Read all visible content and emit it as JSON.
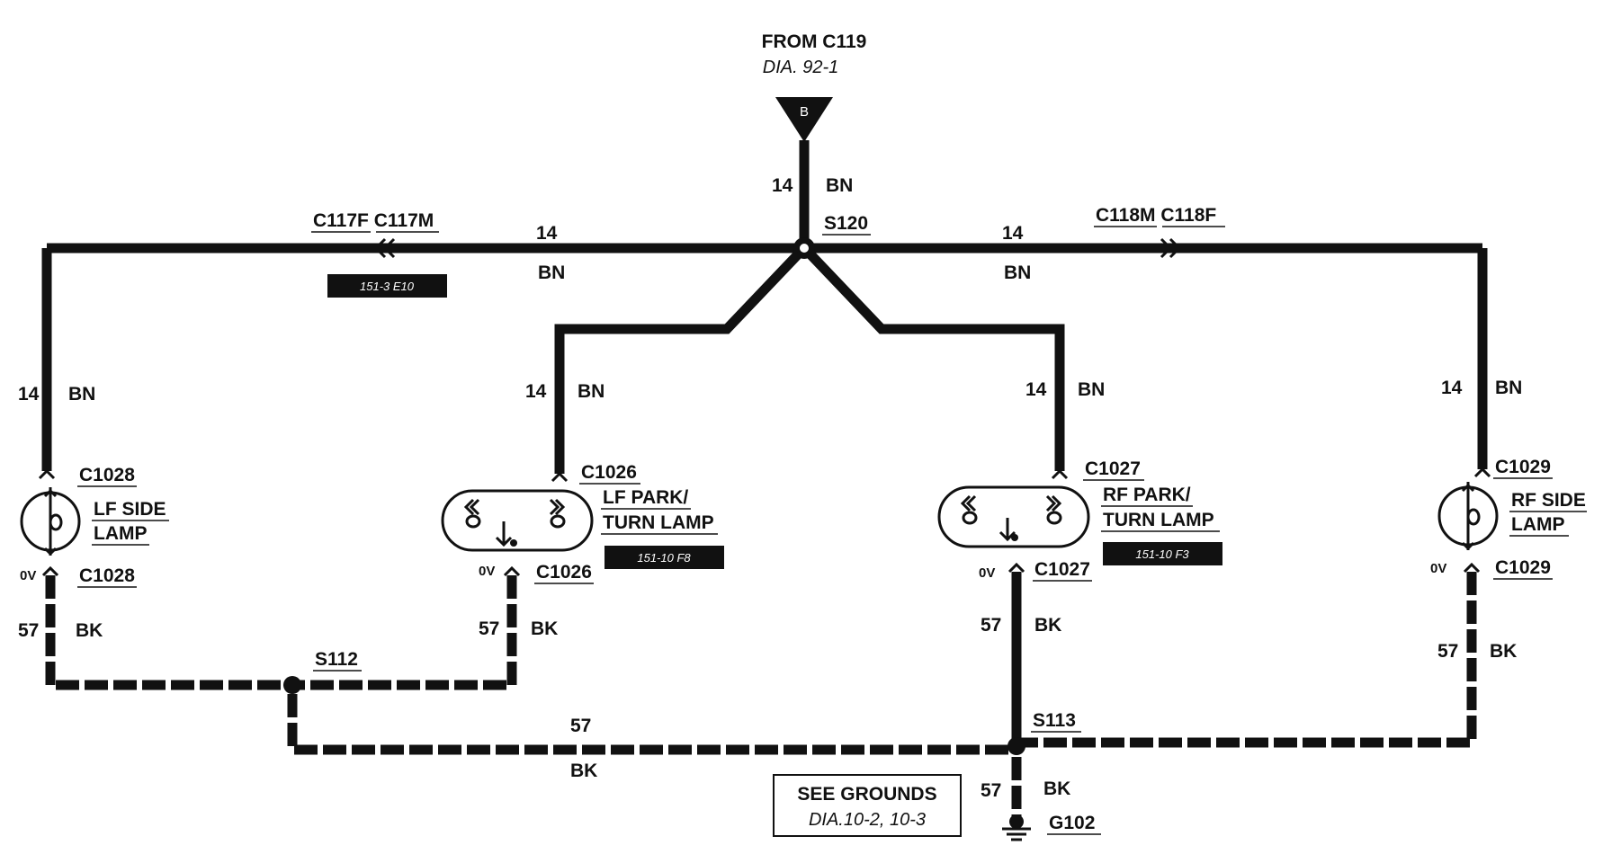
{
  "source": {
    "from": "FROM C119",
    "dia": "DIA. 92-1",
    "connector_letter": "B"
  },
  "splices": {
    "s120": "S120",
    "s112": "S112",
    "s113": "S113"
  },
  "connectors": {
    "c117": "C117F C117M",
    "c118": "C118M C118F",
    "c1028": "C1028",
    "c1026": "C1026",
    "c1027": "C1027",
    "c1029": "C1029"
  },
  "lamps": {
    "lf_side": [
      "LF SIDE",
      "LAMP"
    ],
    "lf_park": [
      "LF PARK/",
      "TURN LAMP"
    ],
    "rf_park": [
      "RF PARK/",
      "TURN LAMP"
    ],
    "rf_side": [
      "RF SIDE",
      "LAMP"
    ]
  },
  "tags": {
    "c117_ref": "151-3 E10",
    "lf_park_ref": "151-10 F8",
    "rf_park_ref": "151-10 F3"
  },
  "wires": {
    "feed_gauge": "14",
    "feed_color": "BN",
    "ground_gauge": "57",
    "ground_color": "BK"
  },
  "voltage": "0V",
  "ground": {
    "name": "G102",
    "see": "SEE GROUNDS",
    "see_dia": "DIA.10-2, 10-3"
  },
  "colors": {
    "wire": "#111111",
    "background": "#ffffff"
  }
}
